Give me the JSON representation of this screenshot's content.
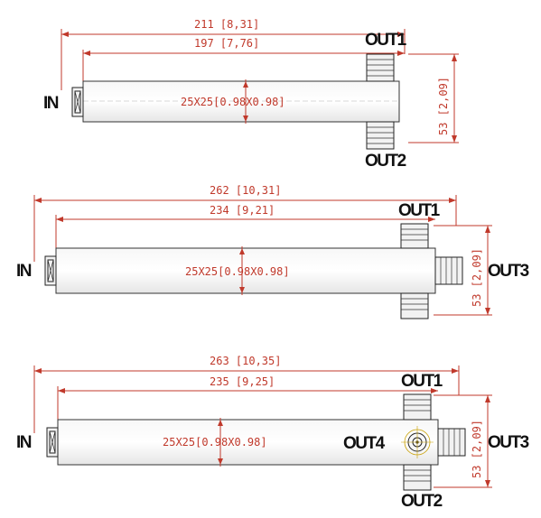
{
  "splitter_2way": {
    "overall_length": "211 [8,31]",
    "body_length": "197 [7,76]",
    "cross_section": "25X25[0.98X0.98]",
    "height": "53 [2,09]",
    "ports": {
      "in": "IN",
      "out1": "OUT1",
      "out2": "OUT2"
    }
  },
  "splitter_3way": {
    "overall_length": "262 [10,31]",
    "body_length": "234 [9,21]",
    "cross_section": "25X25[0.98X0.98]",
    "height": "53 [2,09]",
    "ports": {
      "in": "IN",
      "out1": "OUT1",
      "out3": "OUT3"
    }
  },
  "splitter_4way": {
    "overall_length": "263 [10,35]",
    "body_length": "235 [9,25]",
    "cross_section": "25X25[0.98X0.98]",
    "height": "53 [2,09]",
    "ports": {
      "in": "IN",
      "out1": "OUT1",
      "out2": "OUT2",
      "out3": "OUT3",
      "out4": "OUT4"
    }
  },
  "colors": {
    "dimension": "#c0392b",
    "outline": "#333333"
  }
}
